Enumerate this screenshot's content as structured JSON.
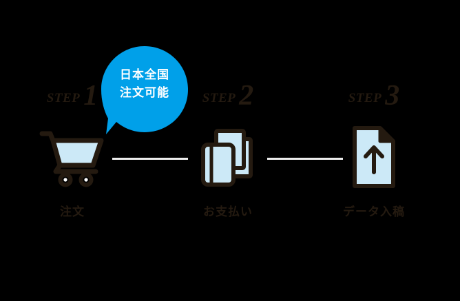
{
  "theme": {
    "background": "#000000",
    "accent_blue": "#00a0e9",
    "icon_fill": "#cce9f7",
    "icon_stroke": "#241a10",
    "text_dark": "#241a10",
    "connector": "#eeeeee",
    "bubble_text": "#ffffff"
  },
  "steps": [
    {
      "step_word": "STEP",
      "step_number": "1",
      "caption": "注文",
      "icon": "shopping-cart-icon"
    },
    {
      "step_word": "STEP",
      "step_number": "2",
      "caption": "お支払い",
      "icon": "payment-cards-icon"
    },
    {
      "step_word": "STEP",
      "step_number": "3",
      "caption": "データ入稿",
      "icon": "document-upload-icon"
    }
  ],
  "callout": {
    "text": "日本全国\n注文可能",
    "color": "#00a0e9"
  }
}
